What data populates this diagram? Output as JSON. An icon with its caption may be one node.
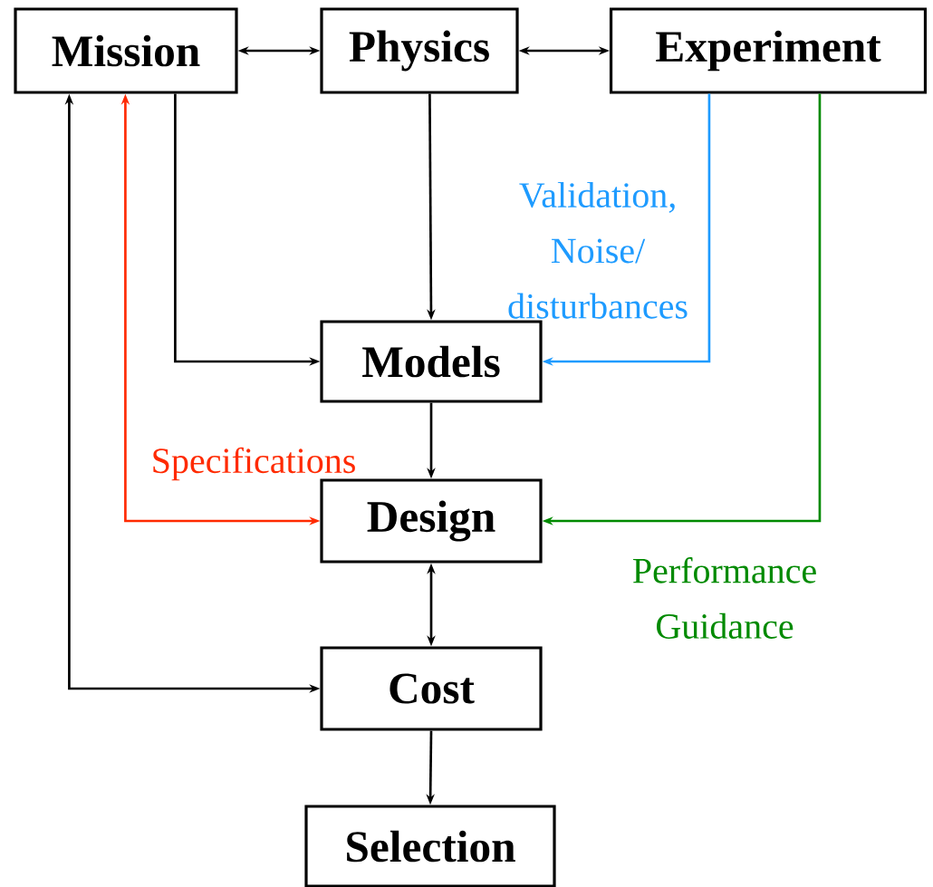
{
  "diagram": {
    "nodes": [
      {
        "text": [
          "Mission"
        ]
      },
      {
        "text": [
          "Physics"
        ]
      },
      {
        "text": [
          "Experiment"
        ]
      },
      {
        "text": [
          "Models"
        ]
      },
      {
        "text": [
          "Design"
        ]
      },
      {
        "text": [
          "Cost"
        ]
      },
      {
        "text": [
          "Selection"
        ]
      }
    ],
    "edges": [
      {
        "from": 0,
        "to": 1,
        "arrow": "both"
      },
      {
        "from": 1,
        "to": 2,
        "arrow": "both"
      },
      {
        "from": 0,
        "to": 3,
        "arrow": "to"
      },
      {
        "from": 1,
        "to": 3,
        "arrow": "to"
      },
      {
        "from": 2,
        "to": 3,
        "arrow": "to",
        "label": "Validation, Noise/ disturbances",
        "color": "#1e9bff"
      },
      {
        "from": 0,
        "to": 4,
        "arrow": "both",
        "label": "Specifications",
        "color": "#ff2a00"
      },
      {
        "from": 2,
        "to": 4,
        "arrow": "to",
        "label": "Performance Guidance",
        "color": "#008a00"
      },
      {
        "from": 3,
        "to": 4,
        "arrow": "to"
      },
      {
        "from": 4,
        "to": 5,
        "arrow": "both"
      },
      {
        "from": 0,
        "to": 5,
        "arrow": "both"
      },
      {
        "from": 5,
        "to": 6,
        "arrow": "to"
      }
    ]
  }
}
